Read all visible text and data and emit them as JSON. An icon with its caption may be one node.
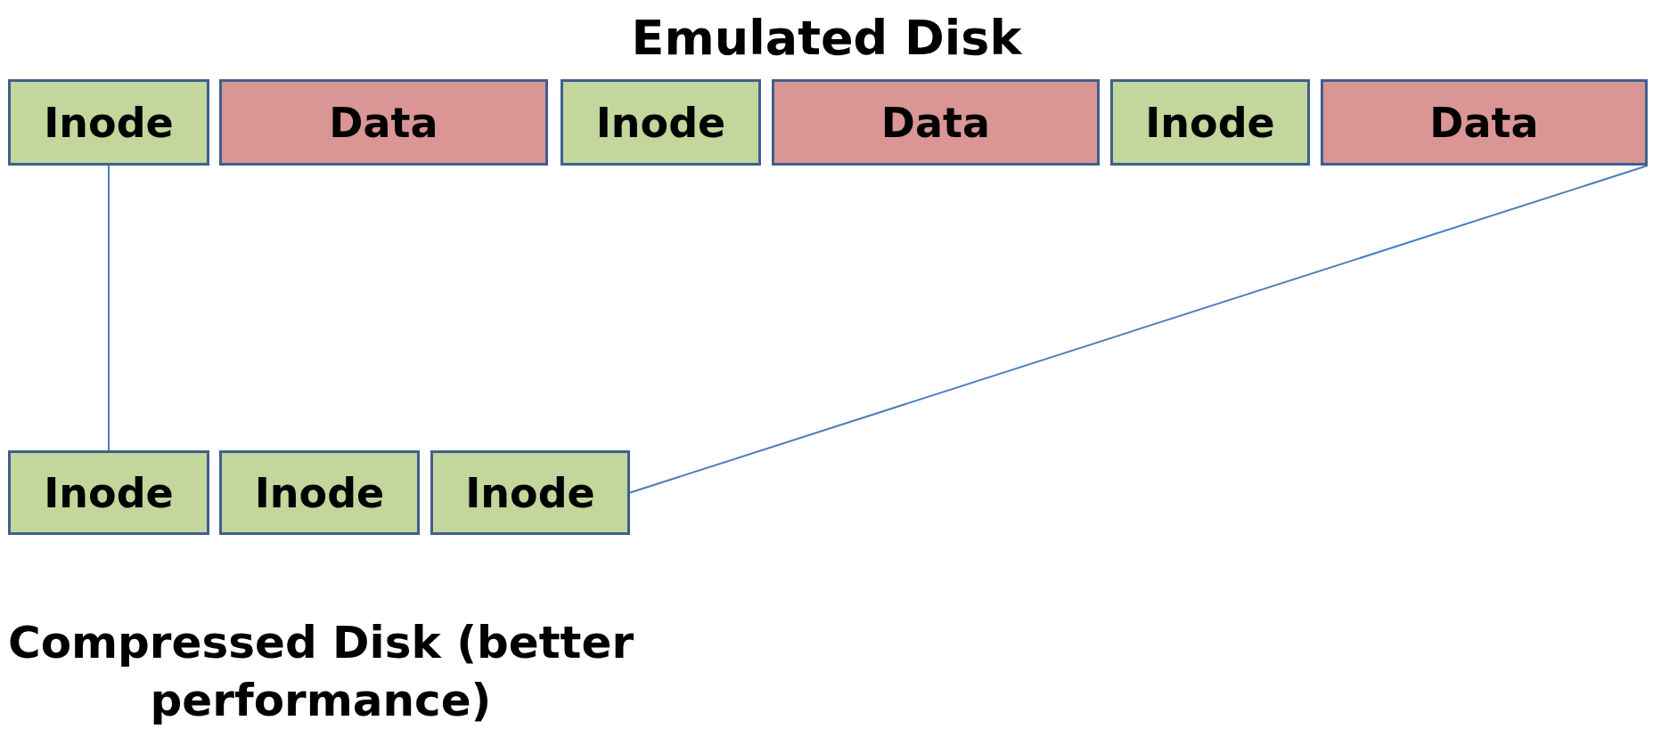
{
  "diagram": {
    "title": "Emulated Disk",
    "nodes": [
      {
        "text": [
          "Inode"
        ]
      },
      {
        "text": [
          "Data"
        ]
      },
      {
        "text": [
          "Inode"
        ]
      },
      {
        "text": [
          "Data"
        ]
      },
      {
        "text": [
          "Inode"
        ]
      },
      {
        "text": [
          "Data"
        ]
      },
      {
        "text": [
          "Inode"
        ]
      },
      {
        "text": [
          "Inode"
        ]
      },
      {
        "text": [
          "Inode"
        ]
      }
    ],
    "edges": [
      {
        "from": 0,
        "to": 6,
        "arrow": "none"
      },
      {
        "from": 5,
        "to": 8,
        "arrow": "none"
      }
    ],
    "labels": [
      "Compressed Disk (better performance)"
    ]
  }
}
